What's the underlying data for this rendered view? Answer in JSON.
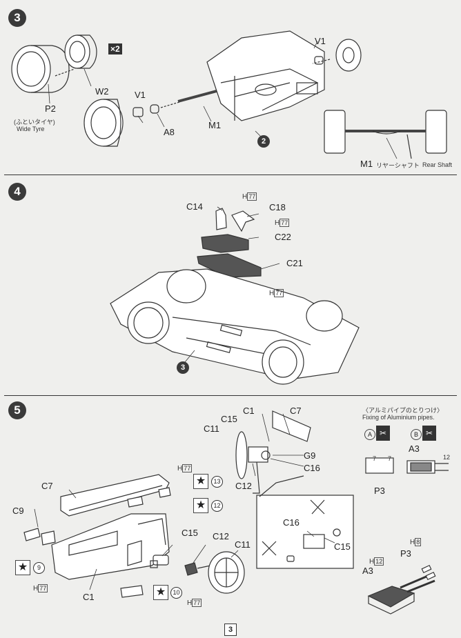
{
  "page": {
    "number": "3"
  },
  "steps": {
    "s3": {
      "num": "3",
      "labels": {
        "p2": "P2",
        "p2_jp": "(ふといタイヤ)",
        "p2_en": "Wide Tyre",
        "w2": "W2",
        "qty": "×2",
        "v1_left": "V1",
        "a8": "A8",
        "m1": "M1",
        "v1_right": "V1",
        "ref": "2",
        "m1_shaft": "M1",
        "shaft_jp": "リヤーシャフト",
        "shaft_en": "Rear Shaft"
      }
    },
    "s4": {
      "num": "4",
      "labels": {
        "c14": "C14",
        "c18": "C18",
        "c22": "C22",
        "c21": "C21",
        "ref": "3",
        "h_top": "H",
        "h_mid": "H",
        "h_c21": "H",
        "h_code": "77"
      }
    },
    "s5": {
      "num": "5",
      "labels": {
        "c1_top": "C1",
        "c7_top": "C7",
        "c15_top": "C15",
        "c11_top": "C11",
        "g9": "G9",
        "c16_top": "C16",
        "c12_top": "C12",
        "fix_jp": "〈アルミパイプのとりつけ〉",
        "fix_en": "Fixing of Aluminium pipes.",
        "a": "A",
        "b": "B",
        "a3": "A3",
        "p3": "P3",
        "dim7a": "7",
        "dim7b": "7",
        "dim12": "12",
        "c7": "C7",
        "c9": "C9",
        "c1": "C1",
        "c15": "C15",
        "c12": "C12",
        "c11": "C11",
        "c16": "C16",
        "c15_det": "C15",
        "p3_b": "P3",
        "a3_b": "A3",
        "h": "H",
        "h77": "77",
        "h8": "8",
        "h12": "12",
        "n13": "13",
        "n12": "12",
        "n9": "9",
        "n10": "10",
        "star": "★"
      }
    }
  }
}
